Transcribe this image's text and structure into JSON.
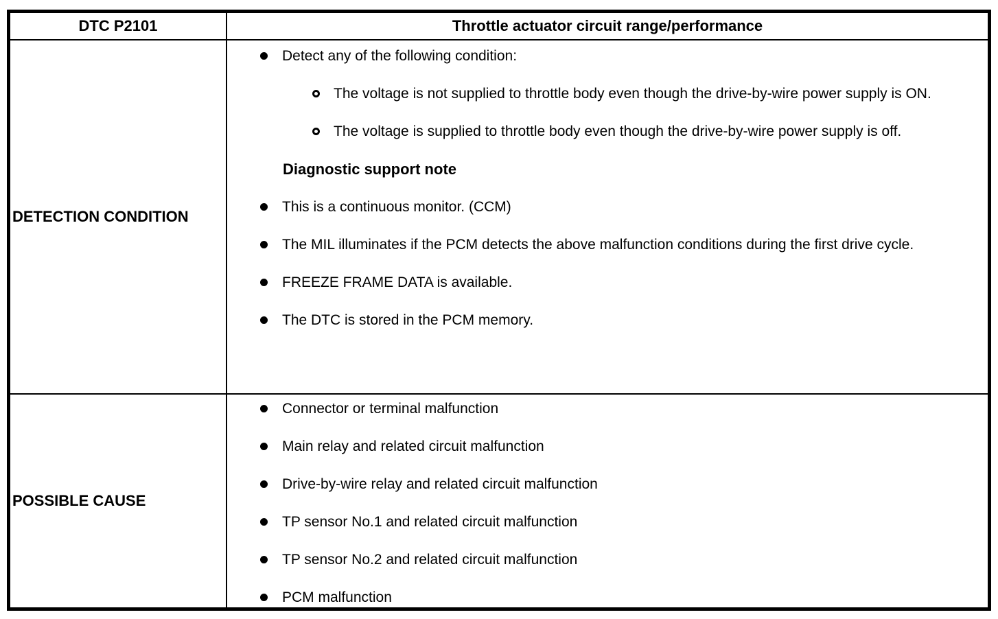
{
  "colors": {
    "text": "#000000",
    "border": "#000000",
    "background": "#ffffff"
  },
  "table": {
    "header": {
      "dtc_code": "DTC P2101",
      "title": "Throttle actuator circuit range/performance"
    },
    "detection": {
      "label": "DETECTION CONDITION",
      "items": [
        {
          "type": "bullet",
          "level": 1,
          "text": "Detect any of the following condition:"
        },
        {
          "type": "bullet",
          "level": 2,
          "text": "The voltage is not supplied to throttle body even though the drive-by-wire power supply is ON."
        },
        {
          "type": "bullet",
          "level": 2,
          "text": "The voltage is supplied to throttle body even though the drive-by-wire power supply is off."
        },
        {
          "type": "heading",
          "text": "Diagnostic support note"
        },
        {
          "type": "bullet",
          "level": 1,
          "text": "This is a continuous monitor. (CCM)"
        },
        {
          "type": "bullet",
          "level": 1,
          "text": "The MIL illuminates if the PCM detects the above malfunction conditions during the first drive cycle."
        },
        {
          "type": "bullet",
          "level": 1,
          "text": "FREEZE FRAME DATA is available."
        },
        {
          "type": "bullet",
          "level": 1,
          "text": "The DTC is stored in the PCM memory."
        }
      ]
    },
    "possible_cause": {
      "label": "POSSIBLE CAUSE",
      "items": [
        {
          "type": "bullet",
          "level": 1,
          "text": "Connector or terminal malfunction"
        },
        {
          "type": "bullet",
          "level": 1,
          "text": "Main relay and related circuit malfunction"
        },
        {
          "type": "bullet",
          "level": 1,
          "text": "Drive-by-wire relay and related circuit malfunction"
        },
        {
          "type": "bullet",
          "level": 1,
          "text": "TP sensor No.1 and related circuit malfunction"
        },
        {
          "type": "bullet",
          "level": 1,
          "text": "TP sensor No.2 and related circuit malfunction"
        },
        {
          "type": "bullet",
          "level": 1,
          "text": "PCM malfunction"
        }
      ]
    }
  }
}
